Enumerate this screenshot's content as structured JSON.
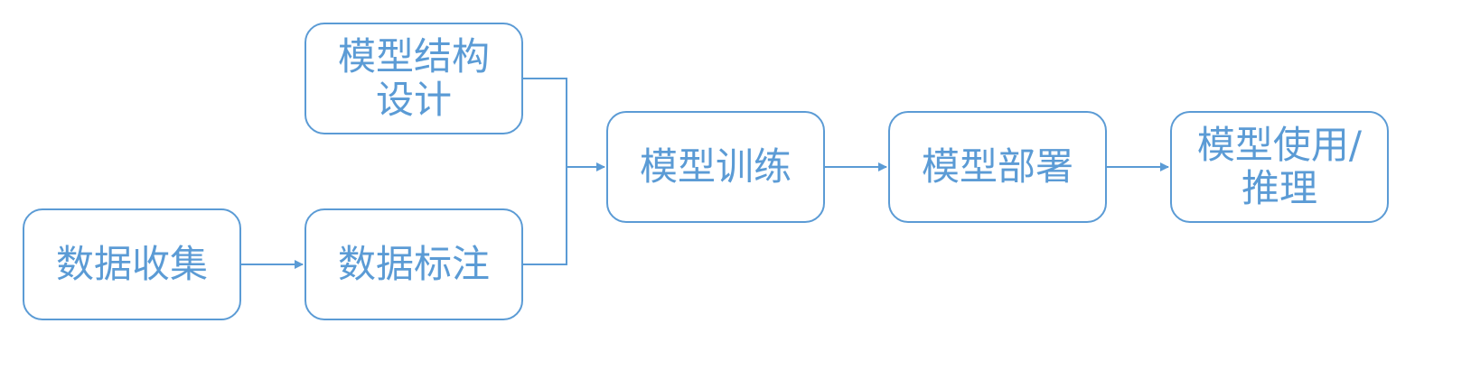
{
  "diagram": {
    "line_color": "#5b9bd5",
    "nodes": {
      "model_design": "模型结构\n设计",
      "data_collection": "数据收集",
      "data_labeling": "数据标注",
      "model_training": "模型训练",
      "model_deployment": "模型部署",
      "model_usage": "模型使用/\n推理"
    }
  }
}
